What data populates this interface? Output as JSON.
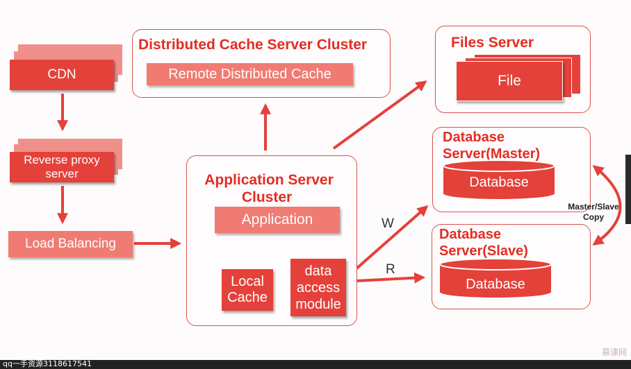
{
  "cdn": {
    "label": "CDN"
  },
  "reverse_proxy": {
    "label": "Reverse proxy server"
  },
  "load_balancing": {
    "label": "Load Balancing"
  },
  "cache_cluster": {
    "title": "Distributed Cache Server Cluster",
    "item": "Remote Distributed Cache"
  },
  "app_cluster": {
    "title_line1": "Application Server",
    "title_line2": "Cluster",
    "app": "Application",
    "local_cache": "Local Cache",
    "dam": "data access module"
  },
  "files_server": {
    "title": "Files Server",
    "file": "File"
  },
  "db_master": {
    "title": "Database Server(Master)",
    "db": "Database"
  },
  "db_slave": {
    "title": "Database Server(Slave)",
    "db": "Database"
  },
  "edges": {
    "write": "W",
    "read": "R",
    "replication": "Master/Slave Copy"
  },
  "footer": {
    "watermark": "qq一手资源3118617541",
    "logo": "慕课网"
  },
  "colors": {
    "accent": "#e4413a",
    "heading": "#e22d24",
    "light": "#ef7b73"
  }
}
